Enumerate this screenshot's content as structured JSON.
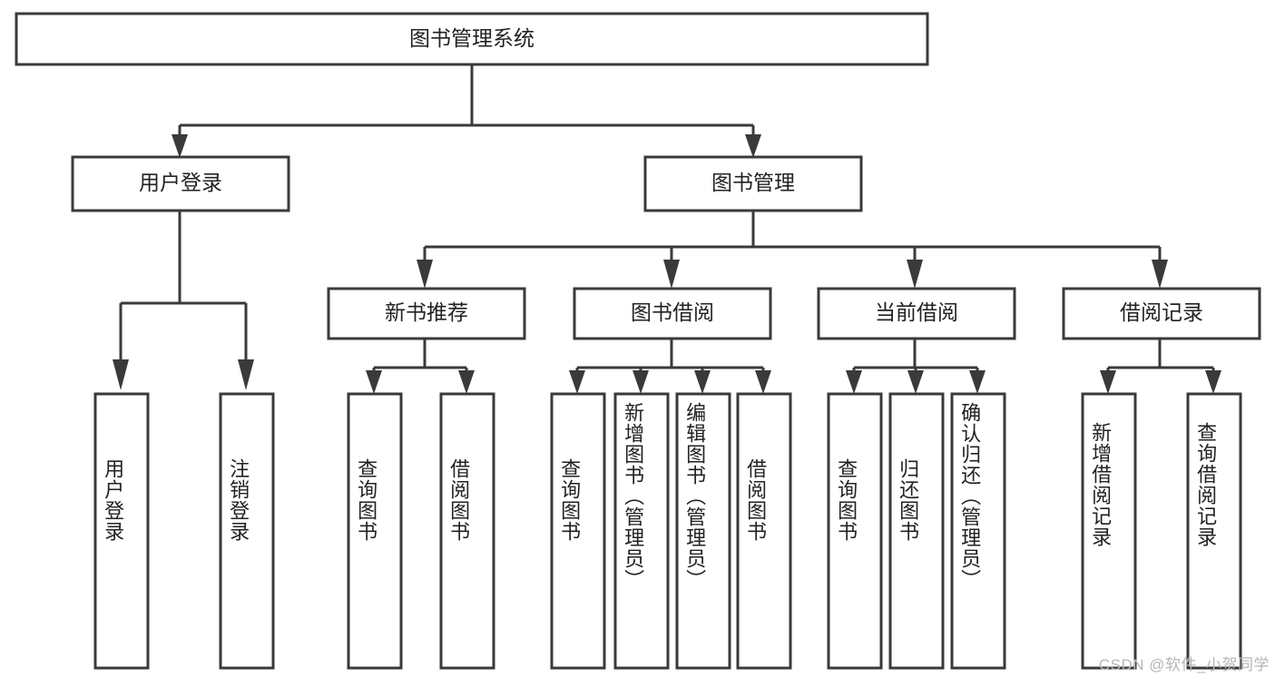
{
  "diagram": {
    "type": "hierarchy-tree",
    "title": "图书管理系统",
    "orientation": "top-down",
    "levels": 4,
    "watermark": "CSDN @软件_小贺同学",
    "colors": {
      "stroke": "#3a3a3a",
      "box_fill": "#ffffff",
      "text": "#222222",
      "background": "#ffffff",
      "watermark": "#b6b6b6"
    },
    "root": {
      "label": "图书管理系统",
      "children": [
        {
          "label": "用户登录",
          "children": [
            {
              "label": "用户登录"
            },
            {
              "label": "注销登录"
            }
          ]
        },
        {
          "label": "图书管理",
          "children": [
            {
              "label": "新书推荐",
              "children": [
                {
                  "label": "查询图书"
                },
                {
                  "label": "借阅图书"
                }
              ]
            },
            {
              "label": "图书借阅",
              "children": [
                {
                  "label": "查询图书"
                },
                {
                  "label": "新增图书（管理员）"
                },
                {
                  "label": "编辑图书（管理员）"
                },
                {
                  "label": "借阅图书"
                }
              ]
            },
            {
              "label": "当前借阅",
              "children": [
                {
                  "label": "查询图书"
                },
                {
                  "label": "归还图书"
                },
                {
                  "label": "确认归还（管理员）"
                }
              ]
            },
            {
              "label": "借阅记录",
              "children": [
                {
                  "label": "新增借阅记录"
                },
                {
                  "label": "查询借阅记录"
                }
              ]
            }
          ]
        }
      ]
    },
    "nodes": {
      "root": "图书管理系统",
      "l1_user_login": "用户登录",
      "l1_book_mgmt": "图书管理",
      "l2_new_book_rec": "新书推荐",
      "l2_book_borrow": "图书借阅",
      "l2_current_borrow": "当前借阅",
      "l2_borrow_record": "借阅记录",
      "leaf_user_login": "用户登录",
      "leaf_user_logout": "注销登录",
      "leaf_rec_query": "查询图书",
      "leaf_rec_borrow": "借阅图书",
      "leaf_borrow_query": "查询图书",
      "leaf_borrow_add": "新增图书（管理员）",
      "leaf_borrow_edit": "编辑图书（管理员）",
      "leaf_borrow_do": "借阅图书",
      "leaf_cur_query": "查询图书",
      "leaf_cur_return": "归还图书",
      "leaf_cur_confirm": "确认归还（管理员）",
      "leaf_rec_add": "新增借阅记录",
      "leaf_rec_query2": "查询借阅记录"
    }
  }
}
